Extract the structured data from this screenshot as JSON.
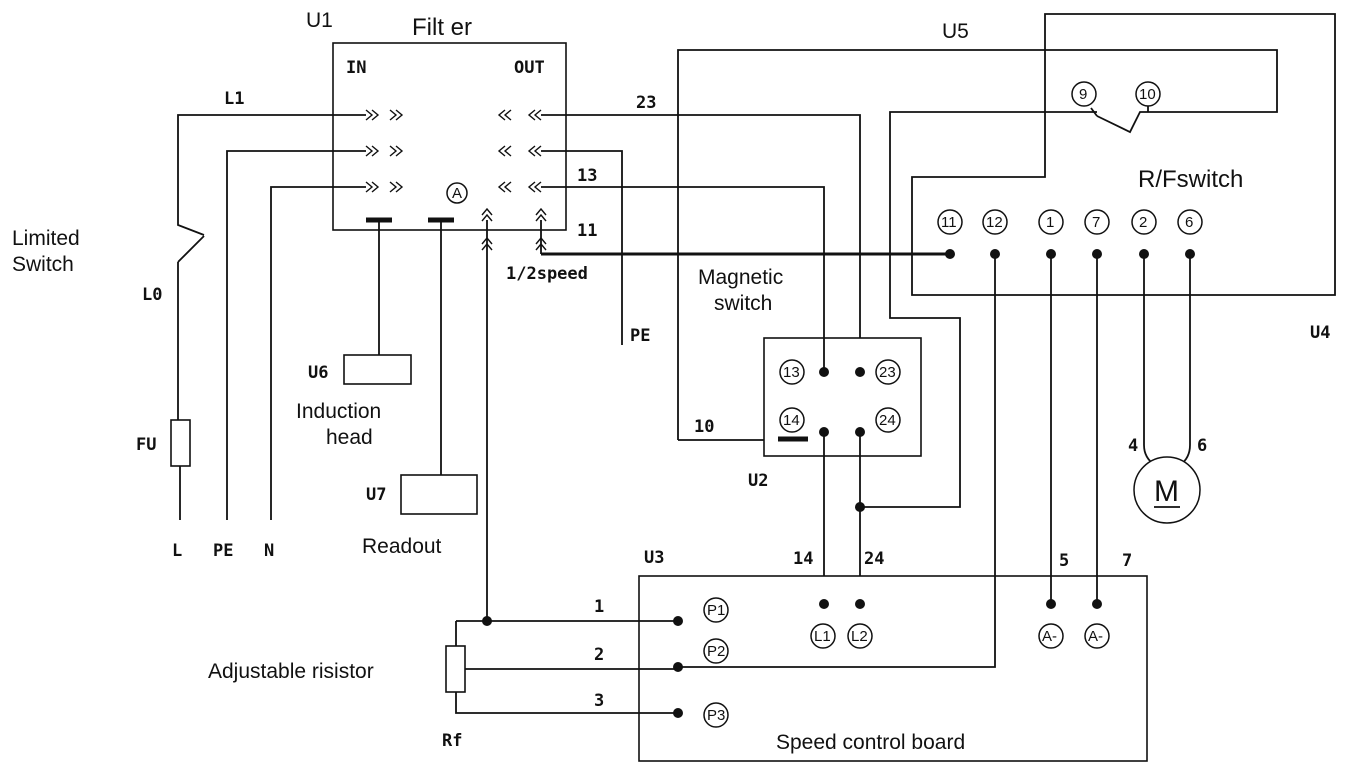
{
  "filter": {
    "unit": "U1",
    "title": "Filt er",
    "in_label": "IN",
    "out_label": "OUT",
    "a_terminal": "A",
    "wire_23": "23",
    "wire_13": "13",
    "wire_11": "11",
    "half_speed": "1/2speed"
  },
  "line": {
    "l1": "L1",
    "l0": "L0",
    "limited_switch": "Limited\nSwitch",
    "fu": "FU",
    "l": "L",
    "pe": "PE",
    "n": "N",
    "pe_tap": "PE"
  },
  "induction_head": {
    "unit": "U6",
    "label": "Induction\nhead"
  },
  "readout": {
    "unit": "U7",
    "label": "Readout"
  },
  "magnetic_switch": {
    "unit": "U2",
    "label": "Magnetic\nswitch",
    "terminals": [
      "13",
      "23",
      "14",
      "24"
    ],
    "wire_10": "10",
    "wire_14": "14",
    "wire_24": "24"
  },
  "rf_switch": {
    "unit_top": "U5",
    "unit_side": "U4",
    "label": "R/Fswitch",
    "top_terminals": [
      "9",
      "10"
    ],
    "terminals": [
      "11",
      "12",
      "1",
      "7",
      "2",
      "6"
    ]
  },
  "motor": {
    "label": "M",
    "wire_left": "4",
    "wire_right": "6"
  },
  "speed_board": {
    "unit": "U3",
    "label": "Speed control board",
    "p_terminals": [
      "P1",
      "P2",
      "P3"
    ],
    "l_terminals": [
      "L1",
      "L2"
    ],
    "a_terminals": [
      "A-",
      "A-"
    ],
    "wire_5": "5",
    "wire_7": "7"
  },
  "resistor": {
    "label": "Adjustable risistor",
    "rf": "Rf",
    "wires": [
      "1",
      "2",
      "3"
    ]
  }
}
